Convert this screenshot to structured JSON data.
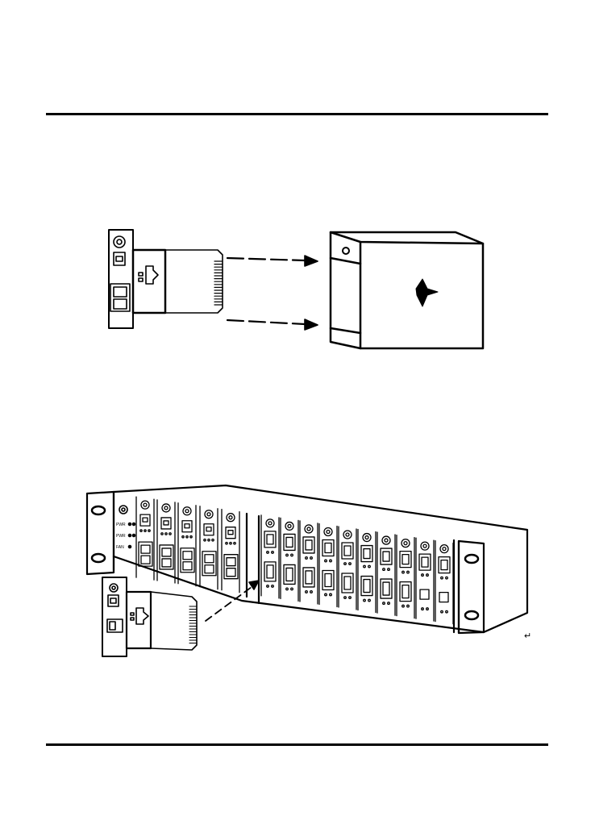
{
  "figures": {
    "standalone": {
      "icon": "media-converter-card-into-standalone-chassis"
    },
    "rack": {
      "icon": "media-converter-card-into-19-inch-rack-chassis",
      "led_labels": [
        "PWR",
        "PWR",
        "FAN"
      ],
      "mark": "↵"
    }
  }
}
